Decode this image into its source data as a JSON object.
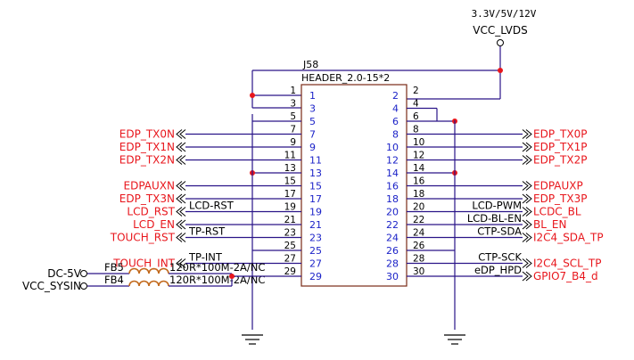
{
  "colors": {
    "wire": "#2a1488",
    "net": "#e8161c",
    "pin": "#1c23c8",
    "body": "#7a2a16",
    "text": "#000000",
    "dot": "#e8161c"
  },
  "header": {
    "ref": "J58",
    "value": "HEADER_2.0-15*2",
    "left_pins": [
      "1",
      "3",
      "5",
      "7",
      "9",
      "11",
      "13",
      "15",
      "17",
      "19",
      "21",
      "23",
      "25",
      "27",
      "29"
    ],
    "right_pins": [
      "2",
      "4",
      "6",
      "8",
      "10",
      "12",
      "14",
      "16",
      "18",
      "20",
      "22",
      "24",
      "26",
      "28",
      "30"
    ]
  },
  "power": {
    "rail_voltage": "3.3V/5V/12V",
    "rail_name": "VCC_LVDS"
  },
  "left_nets": [
    {
      "pin": "7",
      "label": "EDP_TX0N",
      "pair": true
    },
    {
      "pin": "9",
      "label": "EDP_TX1N",
      "pair": true
    },
    {
      "pin": "11",
      "label": "EDP_TX2N",
      "pair": true
    },
    {
      "pin": "15",
      "label": "EDPAUXN",
      "pair": true
    },
    {
      "pin": "17",
      "label": "EDP_TX3N",
      "pair": true
    },
    {
      "pin": "19",
      "label": "LCD_RST",
      "pair": false,
      "wire_label": "LCD-RST"
    },
    {
      "pin": "21",
      "label": "LCD_EN",
      "pair": false
    },
    {
      "pin": "23",
      "label": "TOUCH_RST",
      "pair": false,
      "wire_label": "TP-RST"
    },
    {
      "pin": "27",
      "label": "TOUCH_INT",
      "pair": false,
      "wire_label": "TP-INT"
    }
  ],
  "right_nets": [
    {
      "pin": "8",
      "label": "EDP_TX0P",
      "pair": true
    },
    {
      "pin": "10",
      "label": "EDP_TX1P",
      "pair": true
    },
    {
      "pin": "12",
      "label": "EDP_TX2P",
      "pair": true
    },
    {
      "pin": "16",
      "label": "EDPAUXP",
      "pair": true
    },
    {
      "pin": "18",
      "label": "EDP_TX3P",
      "pair": true
    },
    {
      "pin": "20",
      "label": "LCDC_BL",
      "pair": false,
      "wire_label": "LCD-PWM"
    },
    {
      "pin": "22",
      "label": "BL_EN",
      "pair": false,
      "wire_label": "LCD-BL-EN"
    },
    {
      "pin": "24",
      "label": "I2C4_SDA_TP",
      "pair": false,
      "wire_label": "CTP-SDA"
    },
    {
      "pin": "28",
      "label": "I2C4_SCL_TP",
      "pair": false,
      "wire_label": "CTP-SCK"
    },
    {
      "pin": "30",
      "label": "GPIO7_B4_d",
      "pair": false,
      "wire_label": "eDP_HPD"
    }
  ],
  "ferrites": [
    {
      "ref": "FB5",
      "value": "120R*100M-2A/NC",
      "source": "DC-5V",
      "pin": "29"
    },
    {
      "ref": "FB4",
      "value": "120R*100M-2A/NC",
      "source": "VCC_SYSIN",
      "pin": "29"
    }
  ],
  "ground_symbol": "ground-symbol"
}
